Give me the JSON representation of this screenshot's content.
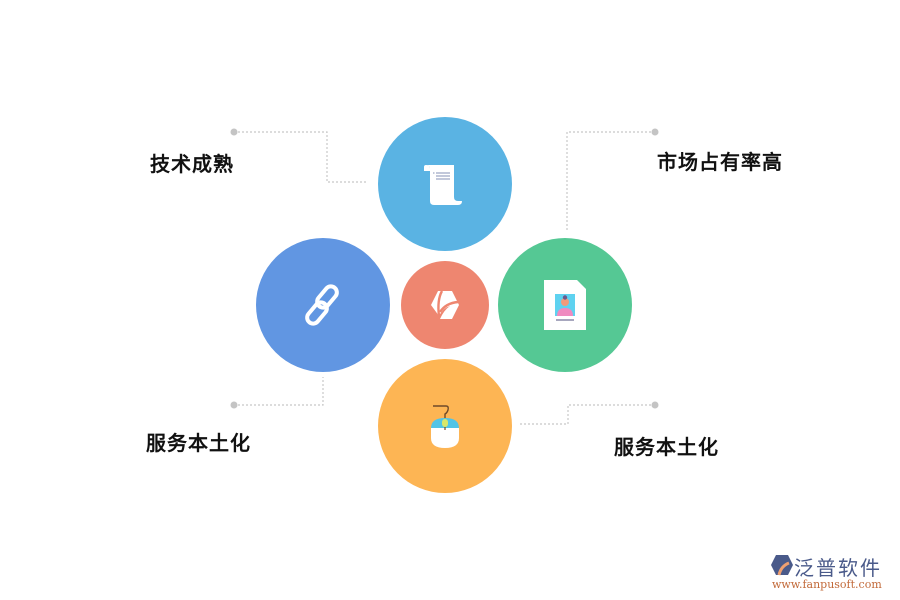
{
  "diagram": {
    "center": {
      "color": "#ee8670",
      "icon": "brand-hexagon-icon"
    },
    "nodes": [
      {
        "id": "top",
        "label": "技术成熟",
        "color": "#5ab3e3",
        "icon": "scroll-document-icon"
      },
      {
        "id": "right",
        "label": "市场占有率高",
        "color": "#55c894",
        "icon": "profile-card-icon"
      },
      {
        "id": "left",
        "label": "服务本土化",
        "color": "#6196e2",
        "icon": "chain-link-icon"
      },
      {
        "id": "bottom",
        "label": "服务本土化",
        "color": "#fdb554",
        "icon": "mouse-icon"
      }
    ],
    "connector_color": "#c8c8c8"
  },
  "watermark": {
    "brand": "泛普软件",
    "url": "www.fanpusoft.com"
  }
}
